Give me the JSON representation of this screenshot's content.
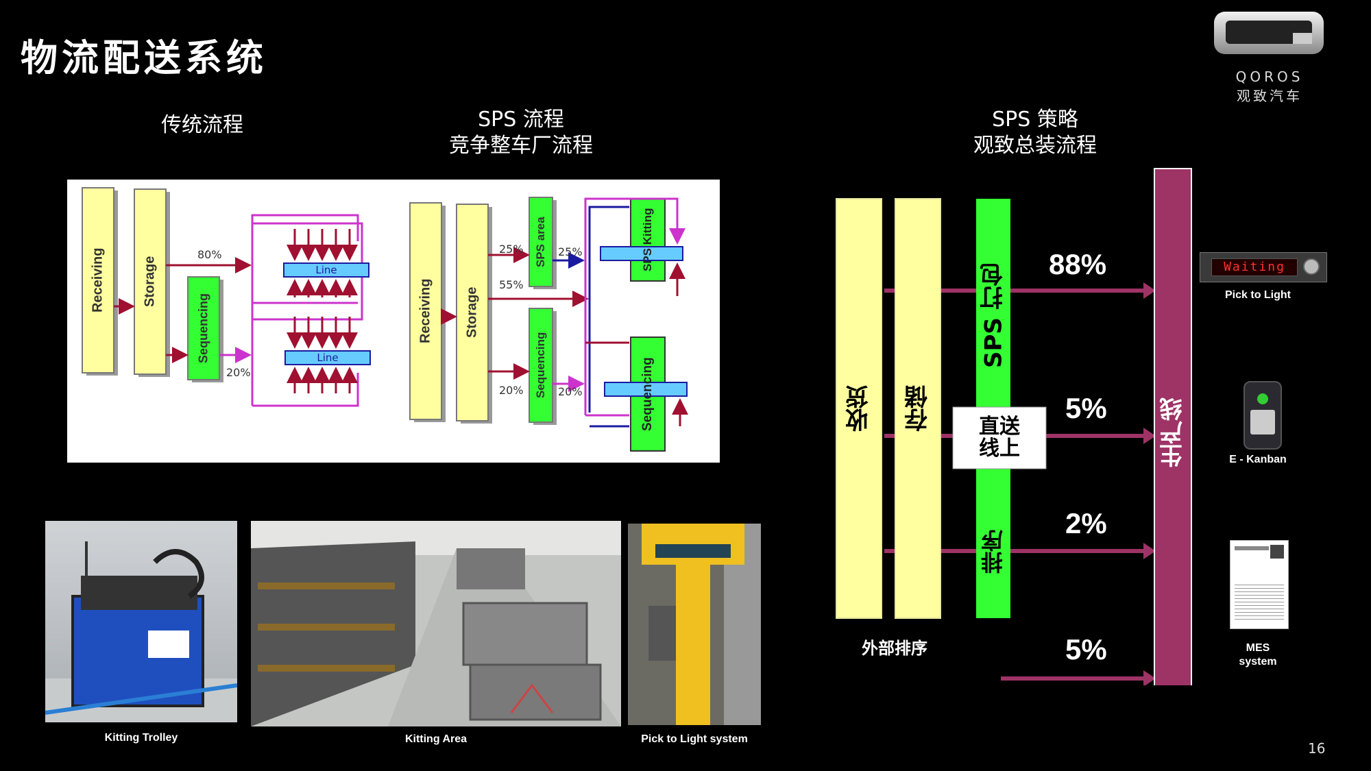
{
  "page_title": "物流配送系统",
  "brand": {
    "name": "QOROS",
    "name_cn": "观致汽车"
  },
  "sections": {
    "traditional": {
      "title": "传统流程"
    },
    "sps_competitor": {
      "title_line1": "SPS 流程",
      "title_line2": "竞争整车厂流程"
    },
    "sps_qoros": {
      "title_line1": "SPS 策略",
      "title_line2": "观致总装流程"
    }
  },
  "diagram_left": {
    "receiving": "Receiving",
    "storage": "Storage",
    "sequencing": "Sequencing",
    "line1": "Line",
    "line2": "Line",
    "pct_80": "80%",
    "pct_20": "20%"
  },
  "diagram_mid": {
    "receiving": "Receiving",
    "storage": "Storage",
    "sps_area": "SPS area",
    "sequencing": "Sequencing",
    "sps_kitting": "SPS Kitting",
    "sequencing2": "Sequencing",
    "pct_25a": "25%",
    "pct_55": "55%",
    "pct_20": "20%",
    "pct_25b": "25%",
    "pct_20b": "20%"
  },
  "strategy": {
    "receive": "收货",
    "store": "存储",
    "sps_pack": "SPS 打包",
    "direct": "直送线上",
    "sort": "排序",
    "line": "生产线",
    "external_sort": "外部排序",
    "pct_88": "88%",
    "pct_5a": "5%",
    "pct_2": "2%",
    "pct_5b": "5%"
  },
  "side_items": {
    "ptl_display": "Waiting",
    "ptl": "Pick to Light",
    "ekanban": "E - Kanban",
    "mes_line1": "MES",
    "mes_line2": "system"
  },
  "photos": {
    "trolley": "Kitting Trolley",
    "area": "Kitting Area",
    "ptl_system": "Pick to Light system"
  },
  "page_number": "16",
  "colors": {
    "yellow": "#ffffa0",
    "green": "#33ff33",
    "magenta": "#9e3366",
    "accent_magenta": "#cc33cc",
    "arrow_red": "#a01030",
    "line_blue": "#66ccff"
  }
}
